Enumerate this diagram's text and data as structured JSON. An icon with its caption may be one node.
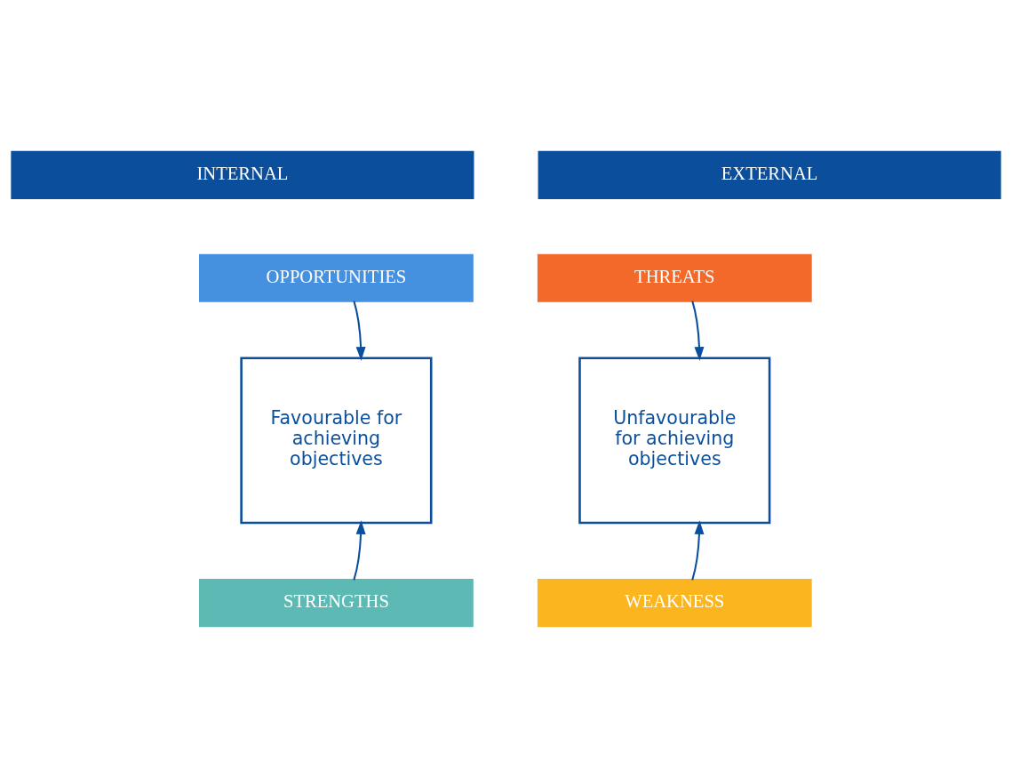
{
  "diagram": {
    "nodes": [
      {
        "text": [
          "INTERNAL"
        ]
      },
      {
        "text": [
          "EXTERNAL"
        ]
      },
      {
        "text": [
          "OPPORTUNITIES"
        ]
      },
      {
        "text": [
          "THREATS"
        ]
      },
      {
        "text": [
          "Favourable for achieving objectives"
        ]
      },
      {
        "text": [
          "Unfavourable for achieving objectives"
        ]
      },
      {
        "text": [
          "STRENGTHS"
        ]
      },
      {
        "text": [
          "WEAKNESS"
        ]
      }
    ],
    "edges": [
      {
        "from": 2,
        "to": 4,
        "arrow": "to"
      },
      {
        "from": 3,
        "to": 5,
        "arrow": "to"
      },
      {
        "from": 6,
        "to": 4,
        "arrow": "to"
      },
      {
        "from": 7,
        "to": 5,
        "arrow": "to"
      }
    ]
  }
}
